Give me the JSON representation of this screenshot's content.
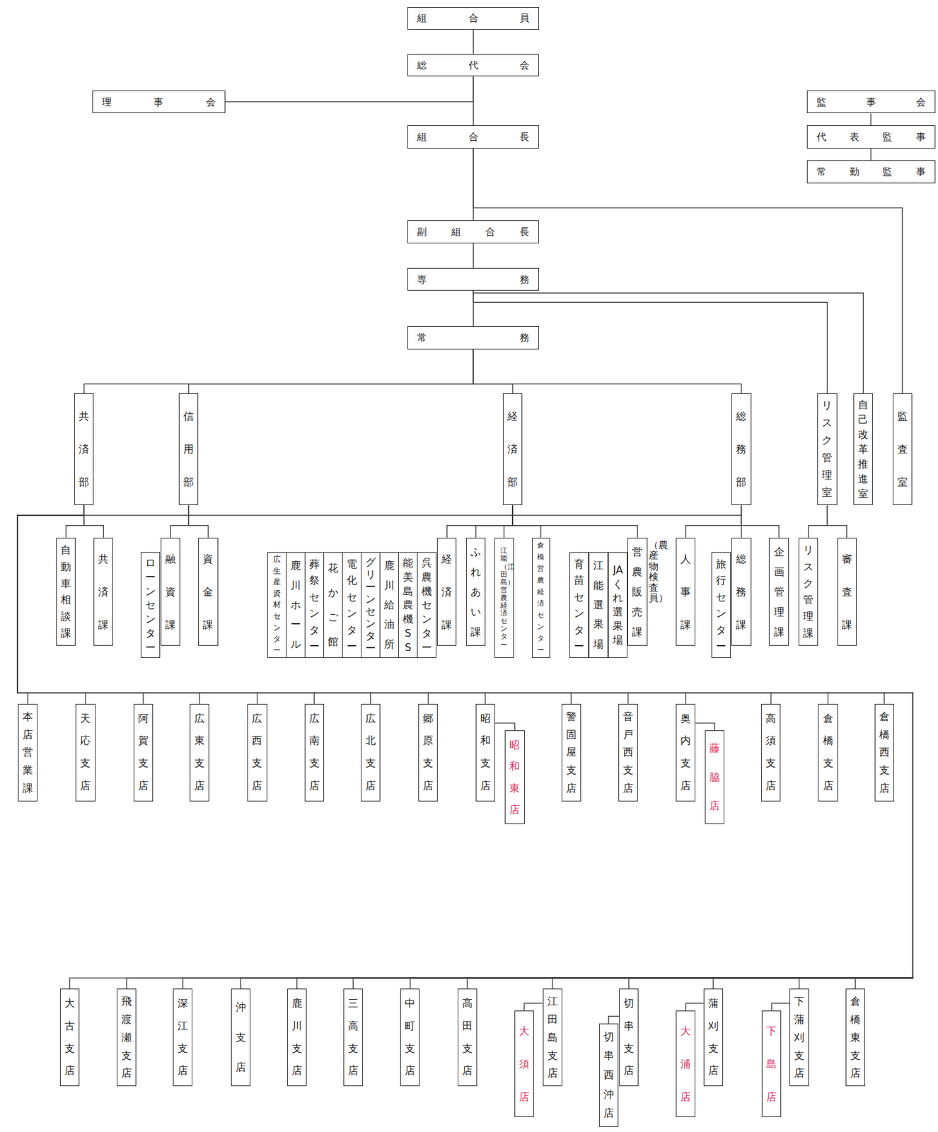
{
  "diagram": {
    "nodes": [
      {
        "text": [
          "組合員"
        ]
      },
      {
        "text": [
          "総代会"
        ]
      },
      {
        "text": [
          "理事会"
        ]
      },
      {
        "text": [
          "組合長"
        ]
      },
      {
        "text": [
          "監事会"
        ]
      },
      {
        "text": [
          "代表監事"
        ]
      },
      {
        "text": [
          "常勤監事"
        ]
      },
      {
        "text": [
          "副組合長"
        ]
      },
      {
        "text": [
          "専務"
        ]
      },
      {
        "text": [
          "常務"
        ]
      },
      {
        "text": [
          "共済部"
        ]
      },
      {
        "text": [
          "信用部"
        ]
      },
      {
        "text": [
          "経済部"
        ]
      },
      {
        "text": [
          "総務部"
        ]
      },
      {
        "text": [
          "リスク管理室"
        ]
      },
      {
        "text": [
          "自己改革推進室"
        ]
      },
      {
        "text": [
          "監査室"
        ]
      },
      {
        "text": [
          "自動車相談課"
        ]
      },
      {
        "text": [
          "共済課"
        ]
      },
      {
        "text": [
          "ローンセンター"
        ]
      },
      {
        "text": [
          "融資課"
        ]
      },
      {
        "text": [
          "資金課"
        ]
      },
      {
        "text": [
          "広生産資材センター"
        ]
      },
      {
        "text": [
          "鹿川ホール"
        ]
      },
      {
        "text": [
          "葬祭センター"
        ]
      },
      {
        "text": [
          "花かご館"
        ]
      },
      {
        "text": [
          "電化センター"
        ]
      },
      {
        "text": [
          "グリーンセンター"
        ]
      },
      {
        "text": [
          "鹿川給油所"
        ]
      },
      {
        "text": [
          "能美島農機SS"
        ]
      },
      {
        "text": [
          "呉農機センター"
        ]
      },
      {
        "text": [
          "経済課"
        ]
      },
      {
        "text": [
          "ふれあい課"
        ]
      },
      {
        "text": [
          "江能（江田島）営農経済センター"
        ]
      },
      {
        "text": [
          "倉橋営農経済センター"
        ]
      },
      {
        "text": [
          "育苗センター"
        ]
      },
      {
        "text": [
          "江能選果場"
        ]
      },
      {
        "text": [
          "JAくれ選果場"
        ]
      },
      {
        "text": [
          "営農販売課",
          "（農産物検査員）"
        ]
      },
      {
        "text": [
          "人事課"
        ]
      },
      {
        "text": [
          "旅行センター"
        ]
      },
      {
        "text": [
          "総務課"
        ]
      },
      {
        "text": [
          "企画管理課"
        ]
      },
      {
        "text": [
          "リスク管理課"
        ]
      },
      {
        "text": [
          "審査課"
        ]
      },
      {
        "text": [
          "本店営業課"
        ]
      },
      {
        "text": [
          "天応支店"
        ]
      },
      {
        "text": [
          "阿賀支店"
        ]
      },
      {
        "text": [
          "広東支店"
        ]
      },
      {
        "text": [
          "広西支店"
        ]
      },
      {
        "text": [
          "広南支店"
        ]
      },
      {
        "text": [
          "広北支店"
        ]
      },
      {
        "text": [
          "郷原支店"
        ]
      },
      {
        "text": [
          "昭和支店"
        ]
      },
      {
        "text": [
          "昭和東店"
        ]
      },
      {
        "text": [
          "警固屋支店"
        ]
      },
      {
        "text": [
          "音戸西支店"
        ]
      },
      {
        "text": [
          "奥内支店"
        ]
      },
      {
        "text": [
          "藤脇店"
        ]
      },
      {
        "text": [
          "高須支店"
        ]
      },
      {
        "text": [
          "倉橋支店"
        ]
      },
      {
        "text": [
          "倉橋西支店"
        ]
      },
      {
        "text": [
          "大古支店"
        ]
      },
      {
        "text": [
          "飛渡瀬支店"
        ]
      },
      {
        "text": [
          "深江支店"
        ]
      },
      {
        "text": [
          "沖支店"
        ]
      },
      {
        "text": [
          "鹿川支店"
        ]
      },
      {
        "text": [
          "三高支店"
        ]
      },
      {
        "text": [
          "中町支店"
        ]
      },
      {
        "text": [
          "高田支店"
        ]
      },
      {
        "text": [
          "大須店"
        ]
      },
      {
        "text": [
          "江田島支店"
        ]
      },
      {
        "text": [
          "切串西沖店"
        ]
      },
      {
        "text": [
          "切串支店"
        ]
      },
      {
        "text": [
          "大浦店"
        ]
      },
      {
        "text": [
          "蒲刈支店"
        ]
      },
      {
        "text": [
          "下島店"
        ]
      },
      {
        "text": [
          "下蒲刈支店"
        ]
      },
      {
        "text": [
          "倉橋東支店"
        ]
      }
    ],
    "edges": [
      {
        "from": 0,
        "to": 1,
        "arrow": "none"
      },
      {
        "from": 1,
        "to": 2,
        "arrow": "none"
      },
      {
        "from": 1,
        "to": 3,
        "arrow": "none"
      },
      {
        "from": 3,
        "to": 7,
        "arrow": "none"
      },
      {
        "from": 3,
        "to": 16,
        "arrow": "none"
      },
      {
        "from": 4,
        "to": 5,
        "arrow": "none"
      },
      {
        "from": 5,
        "to": 6,
        "arrow": "none"
      },
      {
        "from": 7,
        "to": 8,
        "arrow": "none"
      },
      {
        "from": 8,
        "to": 15,
        "arrow": "none"
      },
      {
        "from": 8,
        "to": 14,
        "arrow": "none"
      },
      {
        "from": 8,
        "to": 9,
        "arrow": "none"
      },
      {
        "from": 9,
        "to": 10,
        "arrow": "none"
      },
      {
        "from": 9,
        "to": 11,
        "arrow": "none"
      },
      {
        "from": 9,
        "to": 12,
        "arrow": "none"
      },
      {
        "from": 9,
        "to": 13,
        "arrow": "none"
      },
      {
        "from": 10,
        "to": 17,
        "arrow": "none"
      },
      {
        "from": 10,
        "to": 18,
        "arrow": "none"
      },
      {
        "from": 11,
        "to": 20,
        "arrow": "none"
      },
      {
        "from": 11,
        "to": 21,
        "arrow": "none"
      },
      {
        "from": 12,
        "to": 31,
        "arrow": "none"
      },
      {
        "from": 12,
        "to": 32,
        "arrow": "none"
      },
      {
        "from": 12,
        "to": 33,
        "arrow": "none"
      },
      {
        "from": 12,
        "to": 34,
        "arrow": "none"
      },
      {
        "from": 12,
        "to": 38,
        "arrow": "none"
      },
      {
        "from": 13,
        "to": 39,
        "arrow": "none"
      },
      {
        "from": 13,
        "to": 41,
        "arrow": "none"
      },
      {
        "from": 13,
        "to": 42,
        "arrow": "none"
      },
      {
        "from": 14,
        "to": 43,
        "arrow": "none"
      },
      {
        "from": 14,
        "to": 44,
        "arrow": "none"
      },
      {
        "from": 10,
        "to": 45,
        "arrow": "none"
      },
      {
        "from": 10,
        "to": 46,
        "arrow": "none"
      },
      {
        "from": 10,
        "to": 47,
        "arrow": "none"
      },
      {
        "from": 10,
        "to": 48,
        "arrow": "none"
      },
      {
        "from": 10,
        "to": 49,
        "arrow": "none"
      },
      {
        "from": 10,
        "to": 50,
        "arrow": "none"
      },
      {
        "from": 10,
        "to": 51,
        "arrow": "none"
      },
      {
        "from": 10,
        "to": 52,
        "arrow": "none"
      },
      {
        "from": 10,
        "to": 53,
        "arrow": "none"
      },
      {
        "from": 10,
        "to": 55,
        "arrow": "none"
      },
      {
        "from": 10,
        "to": 56,
        "arrow": "none"
      },
      {
        "from": 10,
        "to": 57,
        "arrow": "none"
      },
      {
        "from": 10,
        "to": 59,
        "arrow": "none"
      },
      {
        "from": 10,
        "to": 60,
        "arrow": "none"
      },
      {
        "from": 10,
        "to": 61,
        "arrow": "none"
      },
      {
        "from": 10,
        "to": 62,
        "arrow": "none"
      },
      {
        "from": 10,
        "to": 63,
        "arrow": "none"
      },
      {
        "from": 10,
        "to": 64,
        "arrow": "none"
      },
      {
        "from": 10,
        "to": 65,
        "arrow": "none"
      },
      {
        "from": 10,
        "to": 66,
        "arrow": "none"
      },
      {
        "from": 10,
        "to": 67,
        "arrow": "none"
      },
      {
        "from": 10,
        "to": 68,
        "arrow": "none"
      },
      {
        "from": 10,
        "to": 69,
        "arrow": "none"
      },
      {
        "from": 10,
        "to": 71,
        "arrow": "none"
      },
      {
        "from": 10,
        "to": 73,
        "arrow": "none"
      },
      {
        "from": 10,
        "to": 75,
        "arrow": "none"
      },
      {
        "from": 10,
        "to": 77,
        "arrow": "none"
      },
      {
        "from": 10,
        "to": 78,
        "arrow": "none"
      },
      {
        "from": 53,
        "to": 54,
        "arrow": "none"
      },
      {
        "from": 57,
        "to": 58,
        "arrow": "none"
      },
      {
        "from": 71,
        "to": 70,
        "arrow": "none"
      },
      {
        "from": 73,
        "to": 72,
        "arrow": "none"
      },
      {
        "from": 75,
        "to": 74,
        "arrow": "none"
      },
      {
        "from": 77,
        "to": 76,
        "arrow": "none"
      }
    ]
  }
}
